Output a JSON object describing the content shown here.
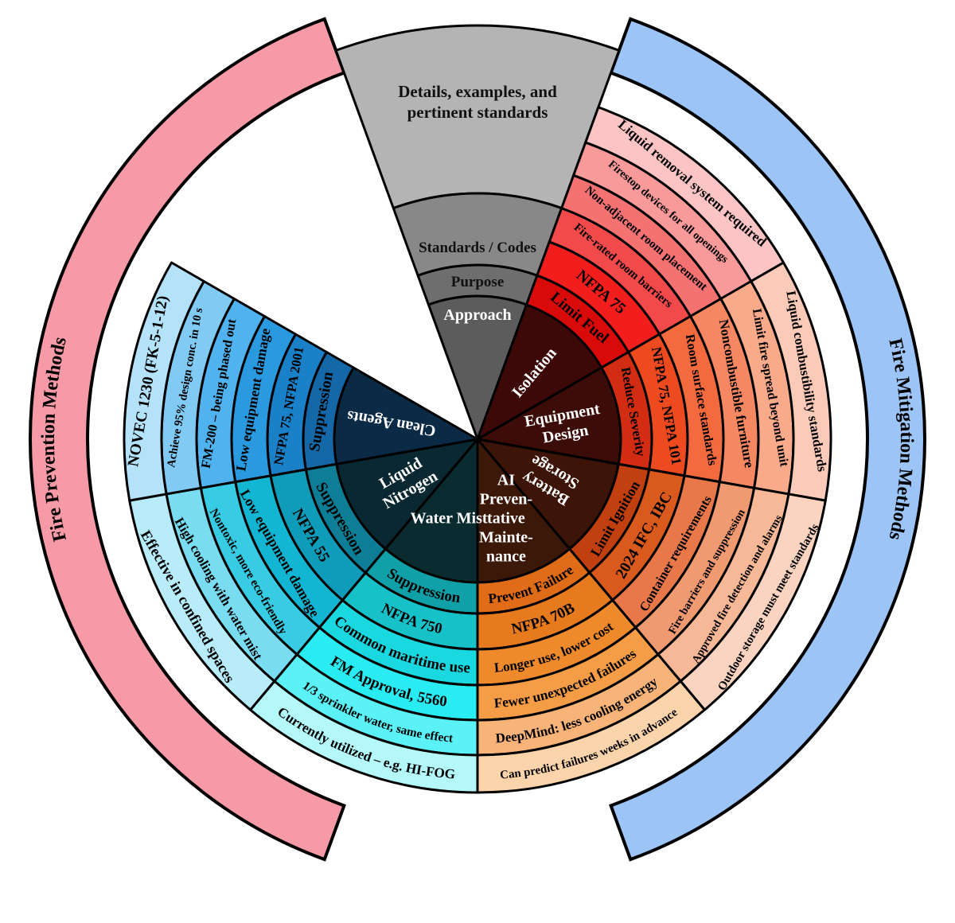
{
  "header": "Details, examples, and pertinent standards",
  "left_band": "Fire Prevention Methods",
  "right_band": "Fire Mitigation Methods",
  "axis_rings": [
    "Approach",
    "Purpose",
    "Standards / Codes"
  ],
  "colors": {
    "prevention_band": "#f59aa6",
    "mitigation_band": "#9cc4f6",
    "header_wedge": "#b4b4b4",
    "ring_text_dark": "#000000",
    "ring_text_light": "#ffffff"
  },
  "sectors": [
    {
      "approach": "Isolation",
      "rings": [
        "Limit Fuel",
        "NFPA 75",
        "Fire-rated room barriers",
        "Non-adjacent room placement",
        "Firestop devices for all openings",
        "Liquid removal system required"
      ],
      "colors": [
        "#3c0808",
        "#d90a0a",
        "#f21e1e",
        "#f24a4a",
        "#f57272",
        "#f89a9a",
        "#fcc4c4"
      ]
    },
    {
      "approach": "Equipment Design",
      "rings": [
        "Reduce Severity",
        "NFPA 75, NFPA 101",
        "Room surface standards",
        "Noncombustible furniture",
        "Limit fire spread beyond unit",
        "Liquid combustibility standards"
      ],
      "colors": [
        "#3c0c08",
        "#d22c12",
        "#ee4a20",
        "#f26a3e",
        "#f58862",
        "#f8aa8a",
        "#fbcab8"
      ]
    },
    {
      "approach": "Battery Storage",
      "rings": [
        "Limit Ignition",
        "2024 IFC, IBC",
        "Container requirements",
        "Fire barriers and suppression",
        "Approved fire detection and alarms",
        "Outdoor storage must meet standards"
      ],
      "colors": [
        "#3c1408",
        "#c23f10",
        "#d95a1c",
        "#e8784a",
        "#f09a72",
        "#f6b896",
        "#fad4c0"
      ]
    },
    {
      "approach": "AI Preventative Maintenance",
      "rings": [
        "Prevent Failure",
        "NFPA 70B",
        "Longer use, lower cost",
        "Fewer unexpected failures",
        "DeepMind: less cooling energy",
        "Can predict failures weeks in advance"
      ],
      "colors": [
        "#3c1808",
        "#e06c18",
        "#e77a1c",
        "#ee8a2c",
        "#f49c46",
        "#f8b478",
        "#fcd4ac"
      ]
    },
    {
      "approach": "Water Mist",
      "rings": [
        "Suppression",
        "NFPA 750",
        "Common maritime use",
        "FM Approval, 5560",
        "1/3 sprinkler water, same effect",
        "Currently utilized – e.g. HI-FOG"
      ],
      "colors": [
        "#0a2c30",
        "#10a0a8",
        "#16c2c8",
        "#1ad8e0",
        "#28ecf2",
        "#5af2f6",
        "#b4f8fa"
      ]
    },
    {
      "approach": "Liquid Nitrogen",
      "rings": [
        "Suppression",
        "NFPA 55",
        "Low equipment damage",
        "Nontoxic, more eco-friendly",
        "High cooling with water mist",
        "Effective in confined spaces"
      ],
      "colors": [
        "#0a2832",
        "#0e7e96",
        "#0e9cb8",
        "#12b6d2",
        "#38cce4",
        "#7adcf0",
        "#b8ecfa"
      ]
    },
    {
      "approach": "Clean Agents",
      "rings": [
        "Suppression",
        "NFPA 75, NFPA 2001",
        "Low equipment damage",
        "FM-200 – being phased out",
        "Achieve 95% design conc. in 10 s",
        "NOVEC 1230 (FK-5-1-12)"
      ],
      "colors": [
        "#0a2a46",
        "#1468a8",
        "#1a80c8",
        "#2a9ae0",
        "#50b2ee",
        "#80caf4",
        "#b4e2fa"
      ]
    }
  ]
}
